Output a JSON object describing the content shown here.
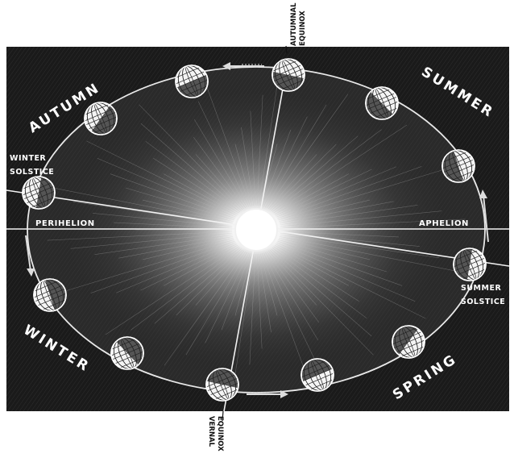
{
  "diagram": {
    "seasons": {
      "autumn": "AUTUMN",
      "summer": "SUMMER",
      "winter": "WINTER",
      "spring": "SPRING"
    },
    "points": {
      "winter_solstice_line1": "WINTER",
      "winter_solstice_line2": "SOLSTICE",
      "summer_solstice_line1": "SUMMER",
      "summer_solstice_line2": "SOLSTICE",
      "autumnal_equinox_line1": "AUTUMNAL",
      "autumnal_equinox_line2": "EQUINOX",
      "vernal_equinox_line1": "VERNAL",
      "vernal_equinox_line2": "EQUINOX",
      "perihelion": "PERIHELION",
      "aphelion": "APHELION"
    },
    "colors": {
      "background": "#1a1a1a",
      "orbit": "#e8e8e8",
      "sun": "#ffffff"
    }
  }
}
